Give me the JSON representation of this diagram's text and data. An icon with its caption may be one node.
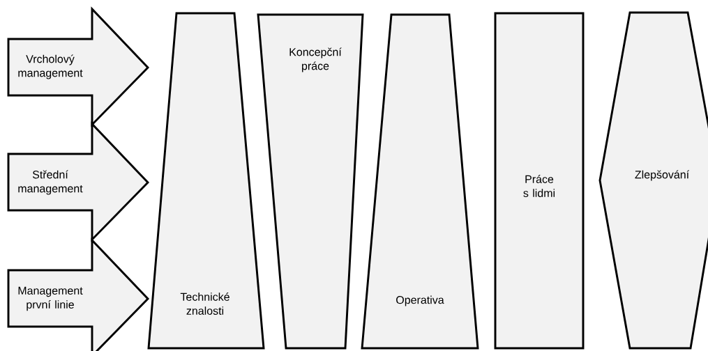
{
  "diagram": {
    "nodes": [
      {
        "text": [
          "Vrcholový management"
        ]
      },
      {
        "text": [
          "Střední management"
        ]
      },
      {
        "text": [
          "Management první linie"
        ]
      },
      {
        "text": [
          "Technické znalosti"
        ]
      },
      {
        "text": [
          "Koncepční práce"
        ]
      },
      {
        "text": [
          "Operativa"
        ]
      },
      {
        "text": [
          "Práce s lidmi"
        ]
      },
      {
        "text": [
          "Zlepšování"
        ]
      }
    ]
  }
}
